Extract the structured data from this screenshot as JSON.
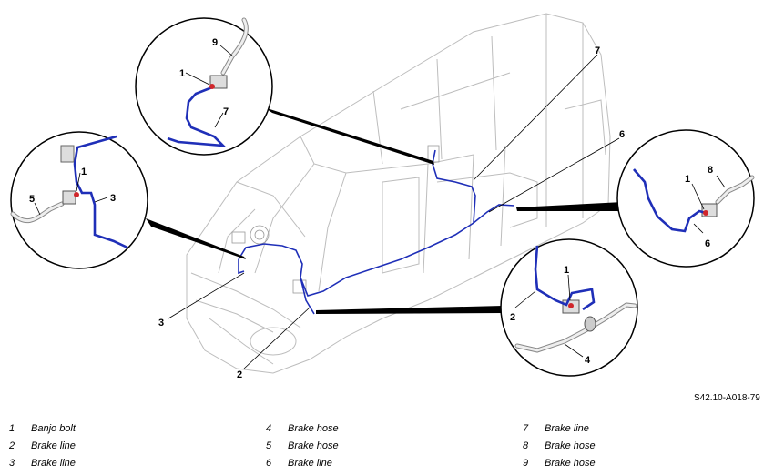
{
  "reference": "S42.10-A018-79",
  "callouts": {
    "c1a": "1",
    "c7a": "7",
    "c9a": "9",
    "c1b": "1",
    "c3b": "3",
    "c5b": "5",
    "c1c": "1",
    "c6c": "6",
    "c8c": "8",
    "c1d": "1",
    "c2d": "2",
    "c4d": "4",
    "m3": "3",
    "m2": "2",
    "m7": "7",
    "m6": "6"
  },
  "legend": [
    {
      "num": "1",
      "label": "Banjo bolt"
    },
    {
      "num": "2",
      "label": "Brake line"
    },
    {
      "num": "3",
      "label": "Brake line"
    },
    {
      "num": "4",
      "label": "Brake hose"
    },
    {
      "num": "5",
      "label": "Brake hose"
    },
    {
      "num": "6",
      "label": "Brake line"
    },
    {
      "num": "7",
      "label": "Brake line"
    },
    {
      "num": "8",
      "label": "Brake hose"
    },
    {
      "num": "9",
      "label": "Brake hose"
    }
  ],
  "colors": {
    "brake_line": "#1f2fb8",
    "banjo_bolt": "#d0262b",
    "outline": "#b7b7b7"
  }
}
